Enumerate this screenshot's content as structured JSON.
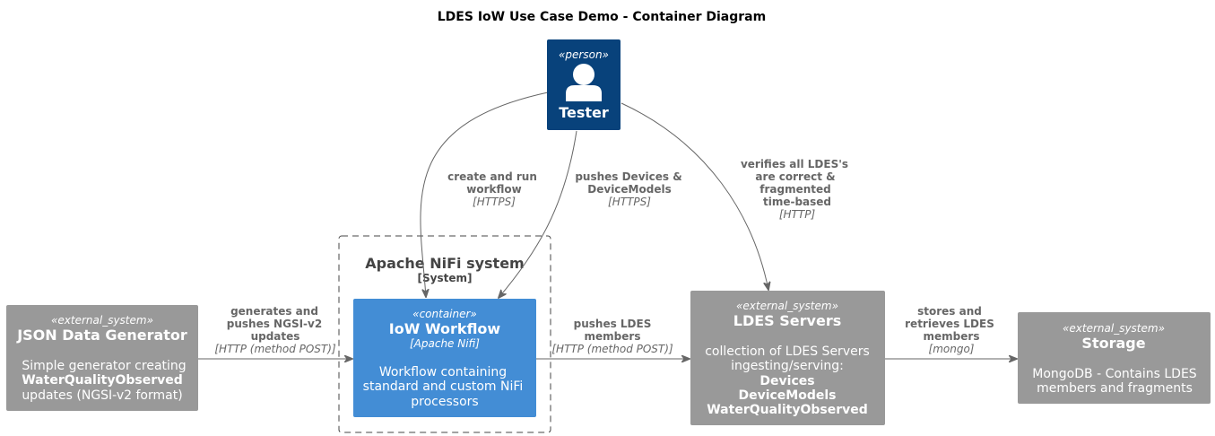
{
  "title": "LDES IoW Use Case Demo - Container Diagram",
  "person": {
    "stereotype": "«person»",
    "name": "Tester",
    "color": "#08427b"
  },
  "boundary": {
    "name": "Apache NiFi system",
    "type": "[System]"
  },
  "nodes": {
    "generator": {
      "stereotype": "«external_system»",
      "name": "JSON Data Generator",
      "desc1": "Simple generator creating",
      "desc2": "WaterQualityObserved",
      "desc3": "updates (NGSI-v2 format)",
      "color": "#999999"
    },
    "workflow": {
      "stereotype": "«container»",
      "name": "IoW Workflow",
      "tech": "[Apache Nifi]",
      "desc1": "Workflow containing",
      "desc2": "standard and custom NiFi",
      "desc3": "processors",
      "color": "#438dd5"
    },
    "ldes": {
      "stereotype": "«external_system»",
      "name": "LDES Servers",
      "desc1": "collection of LDES Servers",
      "desc2": "ingesting/serving:",
      "desc3": "Devices",
      "desc4": "DeviceModels",
      "desc5": "WaterQualityObserved",
      "color": "#999999"
    },
    "storage": {
      "stereotype": "«external_system»",
      "name": "Storage",
      "desc1": "MongoDB - Contains LDES",
      "desc2": "members and fragments",
      "color": "#999999"
    }
  },
  "relations": {
    "create_run": {
      "line1": "create and run",
      "line2": "workflow",
      "tech": "[HTTPS]"
    },
    "pushes_devices": {
      "line1": "pushes Devices &",
      "line2": "DeviceModels",
      "tech": "[HTTPS]"
    },
    "verifies": {
      "line1": "verifies all LDES's",
      "line2": "are correct &",
      "line3": "fragmented",
      "line4": "time-based",
      "tech": "[HTTP]"
    },
    "generates": {
      "line1": "generates and",
      "line2": "pushes NGSI-v2",
      "line3": "updates",
      "tech": "[HTTP (method POST)]"
    },
    "pushes_ldes": {
      "line1": "pushes LDES",
      "line2": "members",
      "tech": "[HTTP (method POST)]"
    },
    "stores": {
      "line1": "stores and",
      "line2": "retrieves LDES",
      "line3": "members",
      "tech": "[mongo]"
    }
  }
}
